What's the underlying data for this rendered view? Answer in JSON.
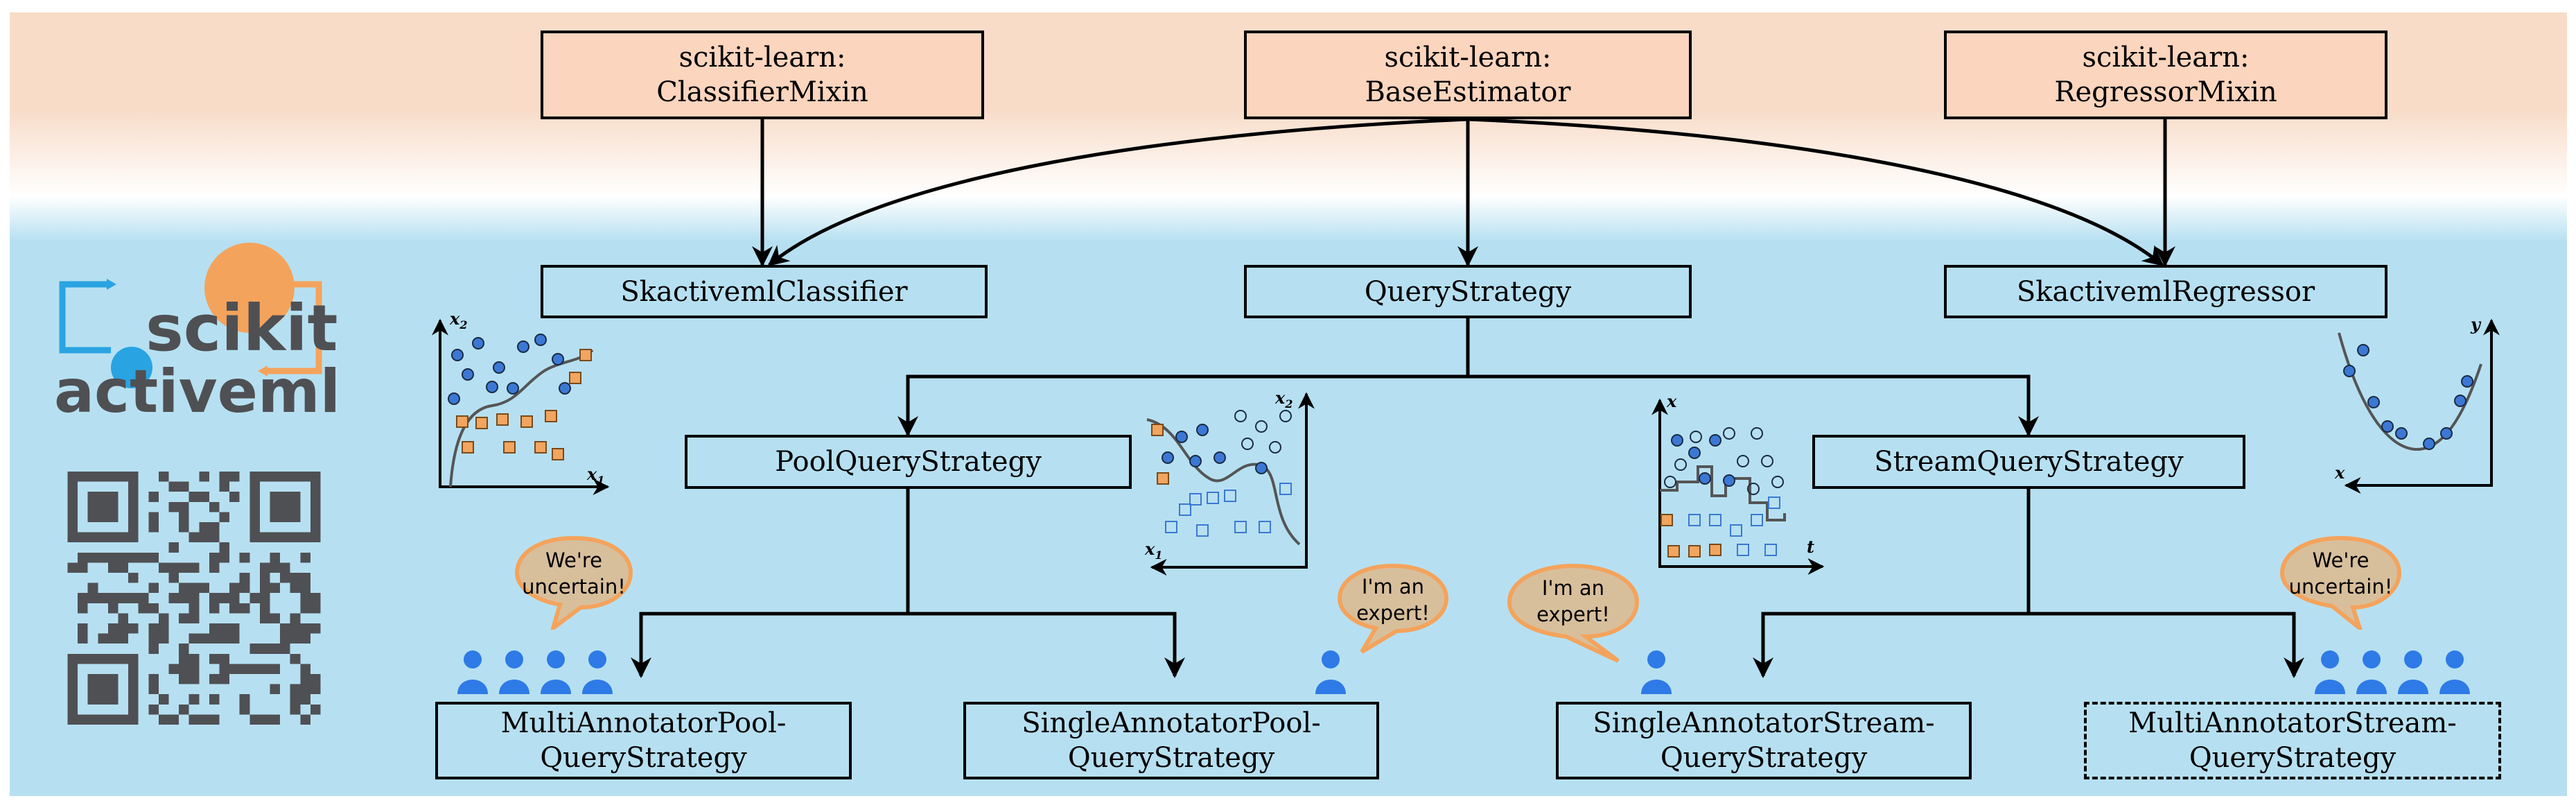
{
  "nodes": {
    "classifier_mixin": [
      "scikit-learn:",
      "ClassifierMixin"
    ],
    "base_estimator": [
      "scikit-learn:",
      "BaseEstimator"
    ],
    "regressor_mixin": [
      "scikit-learn:",
      "RegressorMixin"
    ],
    "skactiveml_classifier": [
      "SkactivemlClassifier"
    ],
    "query_strategy": [
      "QueryStrategy"
    ],
    "skactiveml_regressor": [
      "SkactivemlRegressor"
    ],
    "pool_query_strategy": [
      "PoolQueryStrategy"
    ],
    "stream_query_strategy": [
      "StreamQueryStrategy"
    ],
    "multi_annotator_pool": [
      "MultiAnnotatorPool-",
      "QueryStrategy"
    ],
    "single_annotator_pool": [
      "SingleAnnotatorPool-",
      "QueryStrategy"
    ],
    "single_annotator_stream": [
      "SingleAnnotatorStream-",
      "QueryStrategy"
    ],
    "multi_annotator_stream": [
      "MultiAnnotatorStream-",
      "QueryStrategy"
    ]
  },
  "speech_bubbles": {
    "multi_pool": [
      "We're",
      "uncertain!"
    ],
    "single_pool": [
      "I'm an",
      "expert!"
    ],
    "single_stream": [
      "I'm an",
      "expert!"
    ],
    "multi_stream": [
      "We're",
      "uncertain!"
    ]
  },
  "logo": {
    "line1": "scikit",
    "line2": "activeml"
  },
  "plot_labels": {
    "classifier": {
      "x": "x",
      "x_sub": "1",
      "y": "x",
      "y_sub": "2"
    },
    "pool": {
      "x": "x",
      "x_sub": "1",
      "y": "x",
      "y_sub": "2"
    },
    "stream": {
      "x": "t",
      "y": "x"
    },
    "regressor": {
      "x": "x",
      "y": "y"
    }
  },
  "colors": {
    "sklearn_box": "#fbd5bd",
    "skactiveml_box": "#b6e0f1",
    "labeled_blue": "#3b78d4",
    "labeled_orange": "#f2a55e",
    "annotator_icon": "#2e7ae6",
    "bubble_fill": "#d8bf9c",
    "bubble_border": "#f4a35c",
    "logo_gray": "#4f5054",
    "logo_orange": "#f4a35c",
    "logo_blue": "#2aa3e2"
  },
  "icons": [
    "annotator-person-icon",
    "scikit-activeml-logo",
    "qr-code-icon",
    "speech-bubble-icon"
  ]
}
